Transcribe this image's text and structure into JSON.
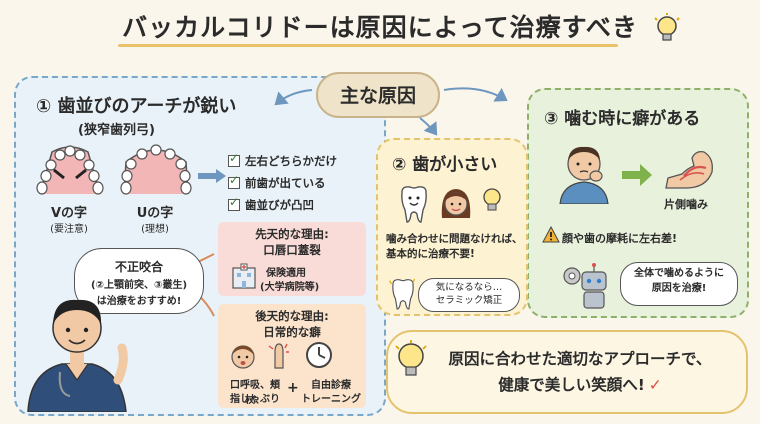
{
  "title": "バッカルコリドーは原因によって治療すべき",
  "center_label": "主な原因",
  "cause1": {
    "heading": "① 歯並びのアーチが鋭い",
    "subheading": "(狭窄歯列弓)",
    "arch_v": {
      "label": "Vの字",
      "note": "(要注意)"
    },
    "arch_u": {
      "label": "Uの字",
      "note": "(理想)"
    },
    "checklist": [
      "左右どちらかだけ",
      "前歯が出ている",
      "歯並びが凸凹"
    ],
    "doctor_bubble": [
      "不正咬合",
      "(②上顎前突、③叢生)",
      "は治療をおすすめ!"
    ],
    "congenital": {
      "title1": "先天的な理由:",
      "title2": "口唇口蓋裂",
      "detail1": "保険適用",
      "detail2": "(大学病院等)"
    },
    "acquired": {
      "title1": "後天的な理由:",
      "title2": "日常的な癖",
      "habit1": "口呼吸、頬杖、",
      "habit2": "指しゃぶり",
      "plus": "+",
      "care1": "自由診療",
      "care2": "トレーニング"
    }
  },
  "cause2": {
    "heading": "② 歯が小さい",
    "text1": "噛み合わせに問題なければ、",
    "text2": "基本的に治療不要!",
    "bubble1": "気になるなら…",
    "bubble2": "セラミック矯正"
  },
  "cause3": {
    "heading": "③ 噛む時に癖がある",
    "arm_label": "片側噛み",
    "warning": "顔や歯の摩耗に左右差!",
    "bubble1": "全体で噛めるように",
    "bubble2": "原因を治療!"
  },
  "conclusion": {
    "line1": "原因に合わせた適切なアプローチで、",
    "line2": "健康で美しい笑顔へ!"
  },
  "colors": {
    "left_panel": "#e9f2f8",
    "mid_panel": "#fdf2d2",
    "right_panel": "#e8f1dc",
    "accent": "#e8c36a",
    "check": "#2e7d32",
    "red_check": "#d9534f"
  }
}
